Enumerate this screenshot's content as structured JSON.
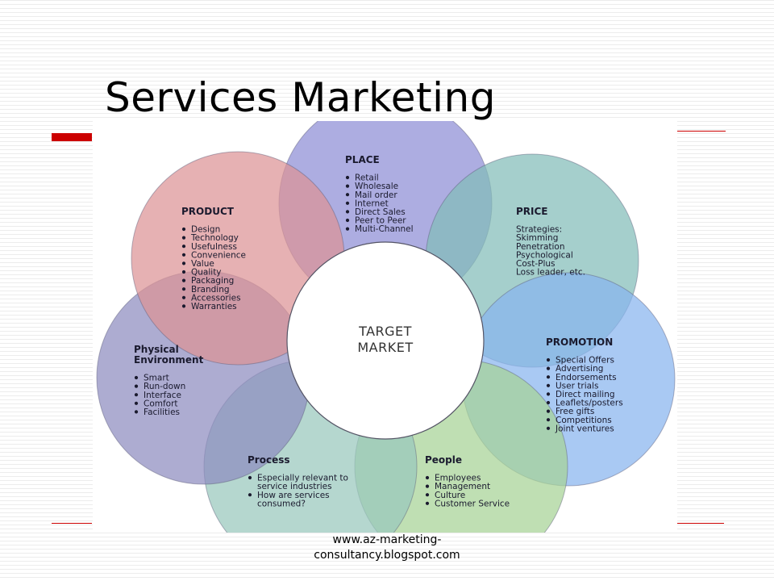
{
  "slide": {
    "title": "Services Marketing",
    "credit": "www.az-marketing-consultancy.blogspot.com"
  },
  "diagram": {
    "center_label": [
      "TARGET",
      "MARKET"
    ],
    "segments": [
      {
        "id": "place",
        "title": [
          "PLACE"
        ],
        "bulleted": true,
        "items": [
          "Retail",
          "Wholesale",
          "Mail order",
          "Internet",
          "Direct Sales",
          "Peer to Peer",
          "Multi-Channel"
        ],
        "color": "#8e8ed6"
      },
      {
        "id": "price",
        "title": [
          "PRICE"
        ],
        "bulleted": false,
        "items": [
          "Strategies:",
          "Skimming",
          "Penetration",
          "Psychological",
          "Cost-Plus",
          "Loss leader, etc."
        ],
        "color": "#82bcb8"
      },
      {
        "id": "promotion",
        "title": [
          "PROMOTION"
        ],
        "bulleted": true,
        "items": [
          "Special Offers",
          "Advertising",
          "Endorsements",
          "User trials",
          "Direct mailing",
          "Leaflets/posters",
          "Free gifts",
          "Competitions",
          "Joint ventures"
        ],
        "color": "#88b4ef"
      },
      {
        "id": "people",
        "title": [
          "People"
        ],
        "bulleted": true,
        "items": [
          "Employees",
          "Management",
          "Culture",
          "Customer Service"
        ],
        "color": "#a6d395"
      },
      {
        "id": "process",
        "title": [
          "Process"
        ],
        "bulleted": true,
        "items": [
          "Especially relevant to|service industries",
          "How are services|consumed?"
        ],
        "color": "#98c7bd"
      },
      {
        "id": "physical",
        "title": [
          "Physical",
          "Environment"
        ],
        "bulleted": true,
        "items": [
          "Smart",
          "Run-down",
          "Interface",
          "Comfort",
          "Facilities"
        ],
        "color": "#8e8cbf"
      },
      {
        "id": "product",
        "title": [
          "PRODUCT"
        ],
        "bulleted": true,
        "items": [
          "Design",
          "Technology",
          "Usefulness",
          "Convenience",
          "Value",
          "Quality",
          "Packaging",
          "Branding",
          "Accessories",
          "Warranties"
        ],
        "color": "#dd9396"
      }
    ]
  }
}
